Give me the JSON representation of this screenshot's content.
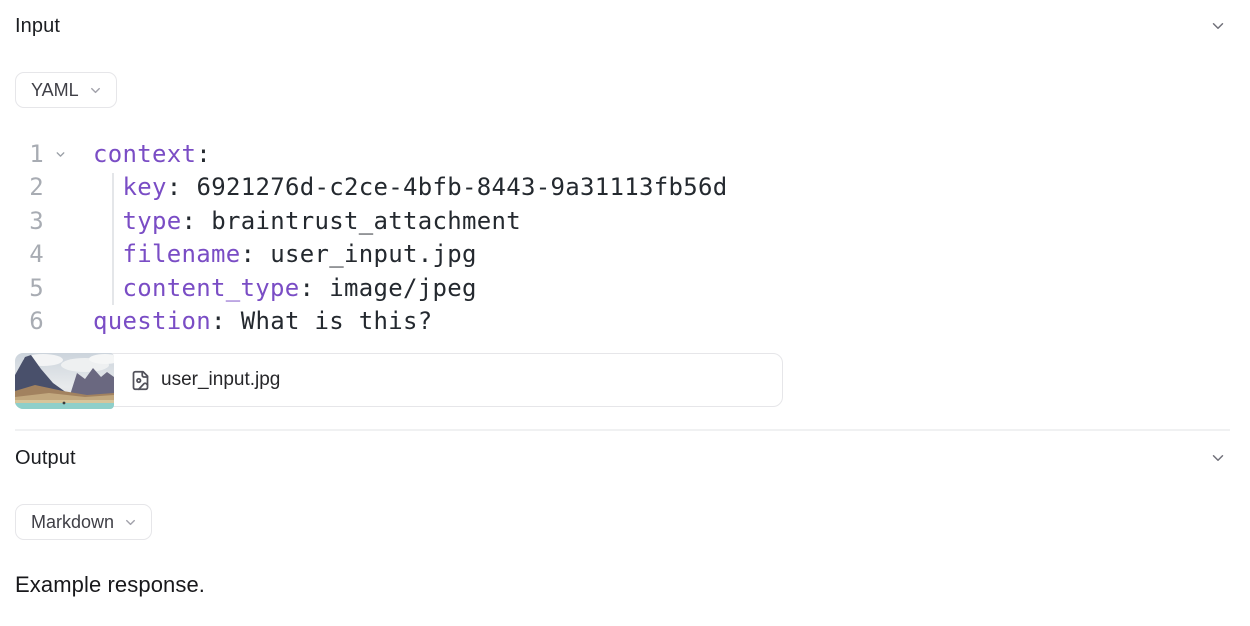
{
  "input_section": {
    "title": "Input",
    "format_selector": {
      "label": "YAML"
    },
    "code": {
      "separator": ":",
      "lines": [
        {
          "number": "1",
          "key": "context",
          "value": ""
        },
        {
          "number": "2",
          "key": "key",
          "value": "6921276d-c2ce-4bfb-8443-9a31113fb56d"
        },
        {
          "number": "3",
          "key": "type",
          "value": "braintrust_attachment"
        },
        {
          "number": "4",
          "key": "filename",
          "value": "user_input.jpg"
        },
        {
          "number": "5",
          "key": "content_type",
          "value": "image/jpeg"
        },
        {
          "number": "6",
          "key": "question",
          "value": "What is this?"
        }
      ]
    },
    "attachment": {
      "filename": "user_input.jpg",
      "thumbnail_description": "mountain-landscape-photo"
    }
  },
  "output_section": {
    "title": "Output",
    "format_selector": {
      "label": "Markdown"
    },
    "response_text": "Example response."
  },
  "icons": {
    "section_chevron": "chevron-down-icon",
    "fold_marker": "chevron-down-icon",
    "attachment_file": "file-image-icon"
  },
  "colors": {
    "yaml_key": "#7a4dc5",
    "code_text": "#24292f",
    "line_number": "#a8acb3",
    "border": "#e6e6e9",
    "divider": "#f0f1f2"
  }
}
